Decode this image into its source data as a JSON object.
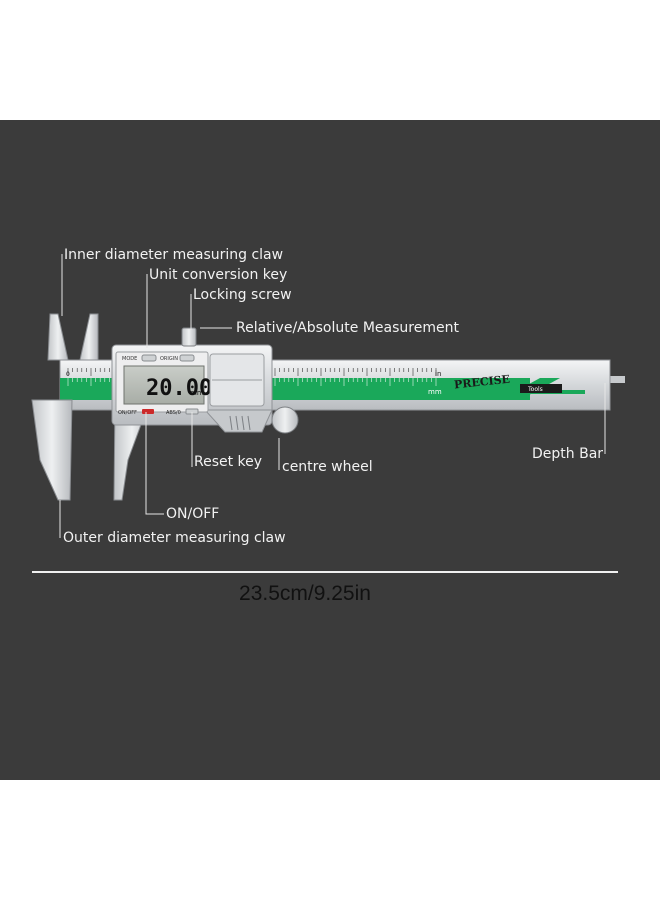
{
  "labels": {
    "inner_claw": "Inner diameter measuring claw",
    "unit_key": "Unit conversion key",
    "locking_screw": "Locking screw",
    "rel_abs": "Relative/Absolute Measurement",
    "reset_key": "Reset key",
    "centre_wheel": "centre wheel",
    "depth_bar": "Depth Bar",
    "on_off": "ON/OFF",
    "outer_claw": "Outer diameter measuring claw"
  },
  "dimension": "23.5cm/9.25in",
  "device": {
    "display_value": "20.00",
    "display_unit": "mm",
    "buttons": {
      "mode": "MODE",
      "origin": "ORIGIN",
      "on_off": "ON/OFF",
      "abs": "ABS/0"
    },
    "brand": "PRECISE",
    "brand_tag": "Tools",
    "unit_in": "in",
    "unit_mm": "mm",
    "scale_zero": "0"
  },
  "colors": {
    "background": "#3b3b3b",
    "accent_green": "#1aa85a",
    "steel": "#d9dcde",
    "label_text": "#f2f2f2"
  }
}
